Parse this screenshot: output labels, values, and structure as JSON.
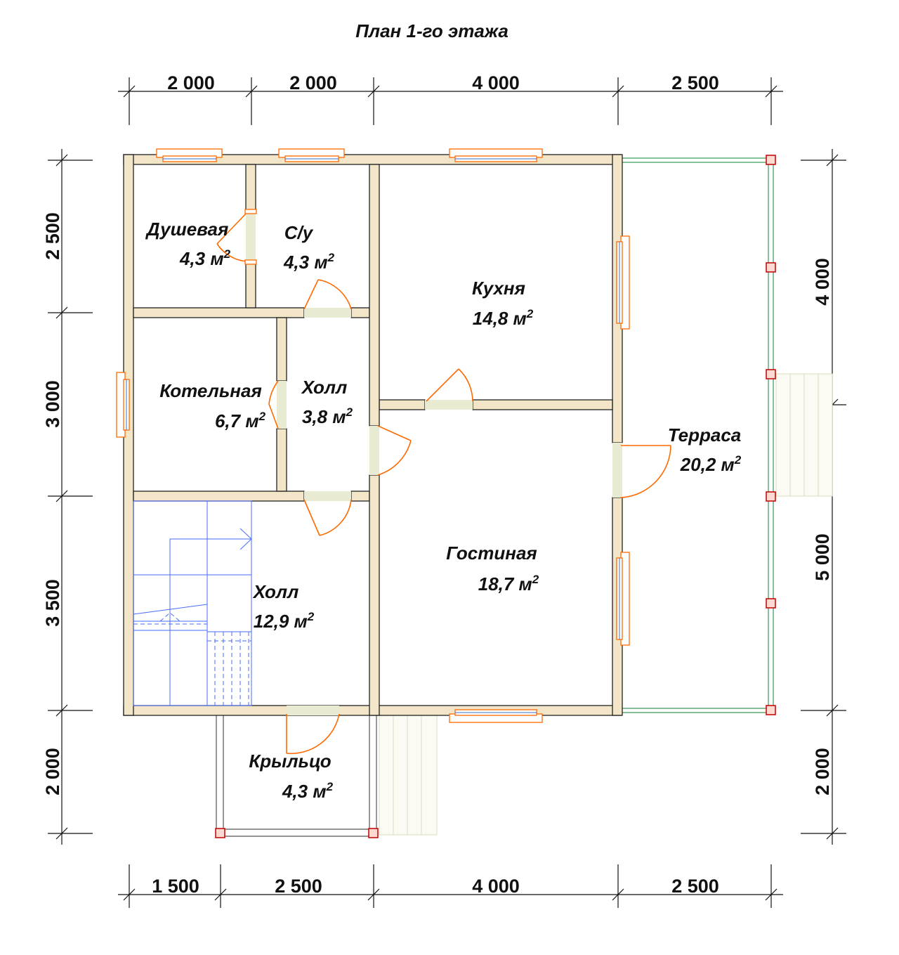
{
  "title": "План 1-го этажа",
  "dimensions": {
    "top": [
      "2 000",
      "2 000",
      "4 000",
      "2 500"
    ],
    "bottom": [
      "1 500",
      "2 500",
      "4 000",
      "2 500"
    ],
    "left": [
      "2 500",
      "3 000",
      "3 500",
      "2 000"
    ],
    "right": [
      "4 000",
      "5 000",
      "2 000"
    ]
  },
  "rooms": [
    {
      "id": "shower",
      "name": "Душевая",
      "area": "4,3 м"
    },
    {
      "id": "wc",
      "name": "С/у",
      "area": "4,3 м"
    },
    {
      "id": "kitchen",
      "name": "Кухня",
      "area": "14,8 м"
    },
    {
      "id": "boiler",
      "name": "Котельная",
      "area": "6,7 м"
    },
    {
      "id": "hall-small",
      "name": "Холл",
      "area": "3,8 м"
    },
    {
      "id": "terrace",
      "name": "Терраса",
      "area": "20,2 м"
    },
    {
      "id": "living",
      "name": "Гостиная",
      "area": "18,7 м"
    },
    {
      "id": "hall-large",
      "name": "Холл",
      "area": "12,9 м"
    },
    {
      "id": "porch",
      "name": "Крыльцо",
      "area": "4,3 м"
    }
  ],
  "area_unit_exponent": "2",
  "colors": {
    "wall_fill": "#f3e6c8",
    "door": "#ff6a00",
    "window_glass": "#3a6fd0",
    "stairs": "#4a6bff",
    "railing": "#3a9a5a",
    "post": "#c00000"
  }
}
